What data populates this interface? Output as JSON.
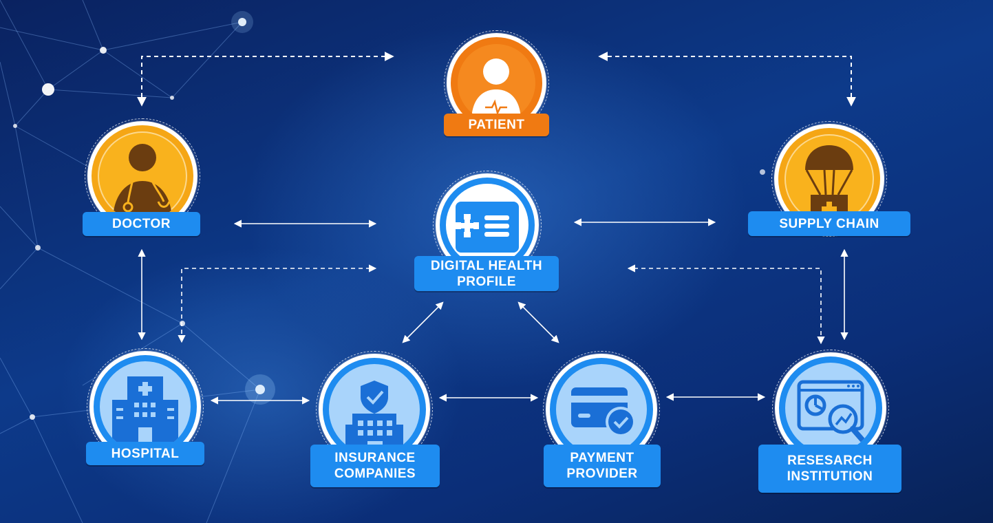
{
  "nodes": {
    "patient": {
      "label": "PATIENT"
    },
    "doctor": {
      "label": "DOCTOR"
    },
    "supply_chain": {
      "label": "SUPPLY CHAIN"
    },
    "digital_health_profile": {
      "label": "DIGITAL HEALTH\nPROFILE"
    },
    "hospital": {
      "label": "HOSPITAL"
    },
    "insurance_companies": {
      "label": "INSURANCE\nCOMPANIES"
    },
    "payment_provider": {
      "label": "PAYMENT\nPROVIDER"
    },
    "research_institution": {
      "label": "RESESARCH\nINSTITUTION"
    }
  },
  "icons": {
    "patient": "patient-icon",
    "doctor": "doctor-stethoscope-icon",
    "supply_chain": "parachute-supply-icon",
    "digital_health_profile": "health-record-card-icon",
    "hospital": "hospital-building-icon",
    "insurance_companies": "insurance-shield-building-icon",
    "payment_provider": "credit-card-check-icon",
    "research_institution": "analytics-magnifier-icon"
  },
  "colors": {
    "background": "#0b2a6e",
    "orange_ring": "#f07a12",
    "gold_ring": "#f5a615",
    "blue_ring": "#1e8cf0",
    "label_blue": "#1e8cf0",
    "label_orange": "#f07a12",
    "icon_blue": "#1a6fd6",
    "icon_brown": "#6b3d10"
  }
}
